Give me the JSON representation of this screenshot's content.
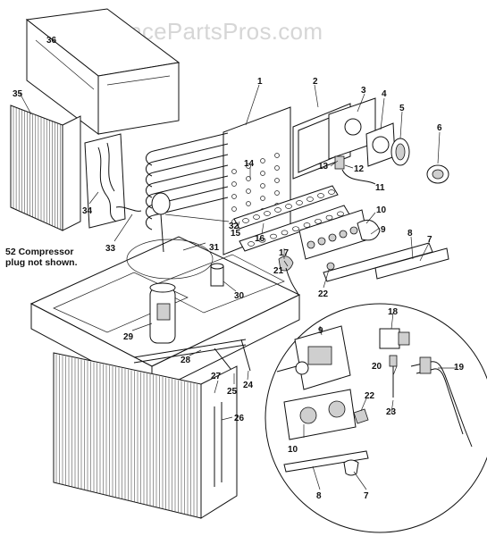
{
  "watermark": "AppliancePartsPros.com",
  "note": [
    "52 Compressor",
    "plug not shown."
  ],
  "callouts": {
    "c1": "1",
    "c2": "2",
    "c3": "3",
    "c4": "4",
    "c5": "5",
    "c6": "6",
    "c7": "7",
    "c7b": "7",
    "c8": "8",
    "c8b": "8",
    "c9": "9",
    "c9b": "9",
    "c10": "10",
    "c10b": "10",
    "c11": "11",
    "c12": "12",
    "c13": "13",
    "c14": "14",
    "c15": "15",
    "c16": "16",
    "c17": "17",
    "c18": "18",
    "c19": "19",
    "c20": "20",
    "c21": "21",
    "c22": "22",
    "c22b": "22",
    "c23": "23",
    "c24": "24",
    "c25": "25",
    "c26": "26",
    "c27": "27",
    "c28": "28",
    "c29": "29",
    "c30": "30",
    "c31": "31",
    "c32": "32",
    "c33": "33",
    "c34": "34",
    "c35": "35",
    "c36": "36"
  }
}
